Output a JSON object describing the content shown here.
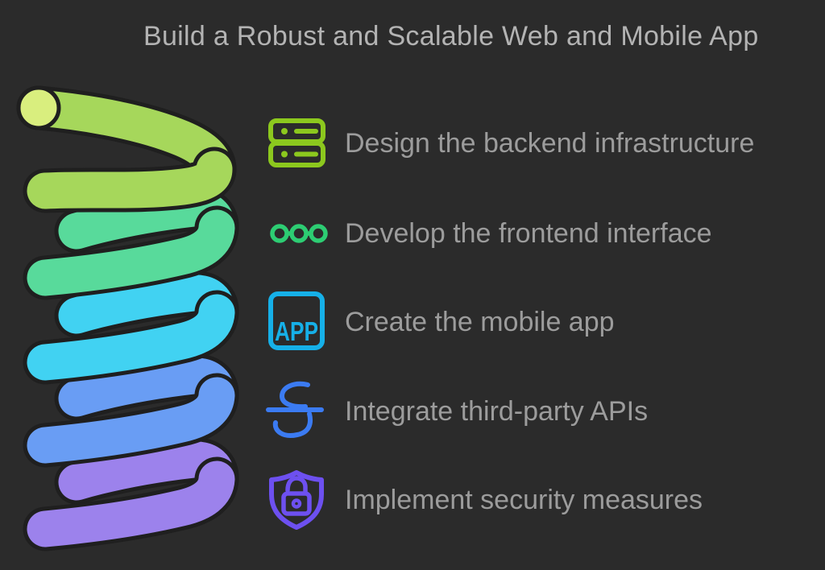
{
  "canvas": {
    "background_color": "#2b2b2b",
    "title_color": "#b3b3b3",
    "item_text_color": "#9c9c9c"
  },
  "title": "Build a Robust and Scalable Web and Mobile App",
  "rows": [
    {
      "label": "Design the backend infrastructure",
      "icon": "server-stack-icon",
      "icon_color": "#8cc81e"
    },
    {
      "label": "Develop the frontend interface",
      "icon": "nodes-icon",
      "icon_color": "#2dcd73"
    },
    {
      "label": "Create the mobile app",
      "icon": "app-badge-icon",
      "icon_color": "#16b0e8",
      "icon_label": "APP"
    },
    {
      "label": "Integrate third-party APIs",
      "icon": "api-integration-icon",
      "icon_color": "#3b7bf2"
    },
    {
      "label": "Implement security measures",
      "icon": "shield-lock-icon",
      "icon_color": "#6d50f0"
    }
  ],
  "spiral": {
    "cap_color": "#d9ee7e",
    "outline_color": "#1f1f1f",
    "turn_colors": [
      "#a6d75b",
      "#58da9b",
      "#41d2f2",
      "#699df4",
      "#9c82ec"
    ]
  }
}
